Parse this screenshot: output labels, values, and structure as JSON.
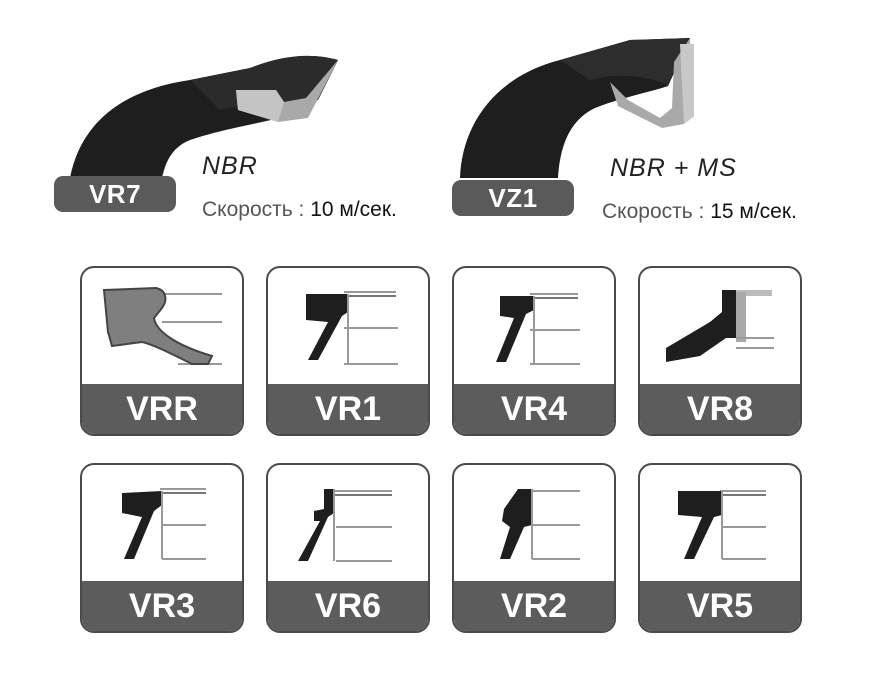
{
  "featured": [
    {
      "code": "VR7",
      "material": "NBR",
      "speed_label": "Скорость :",
      "speed_value": "10 м/сек."
    },
    {
      "code": "VZ1",
      "material": "NBR + MS",
      "speed_label": "Скорость :",
      "speed_value": "15 м/сек."
    }
  ],
  "profiles": [
    {
      "code": "VRR"
    },
    {
      "code": "VR1"
    },
    {
      "code": "VR4"
    },
    {
      "code": "VR8"
    },
    {
      "code": "VR3"
    },
    {
      "code": "VR6"
    },
    {
      "code": "VR2"
    },
    {
      "code": "VR5"
    }
  ],
  "colors": {
    "badge": "#5a5a5a",
    "rubber": "#1e1e1e",
    "metal": "#a9a9a9",
    "rubber_grey": "#8a8a8a"
  }
}
